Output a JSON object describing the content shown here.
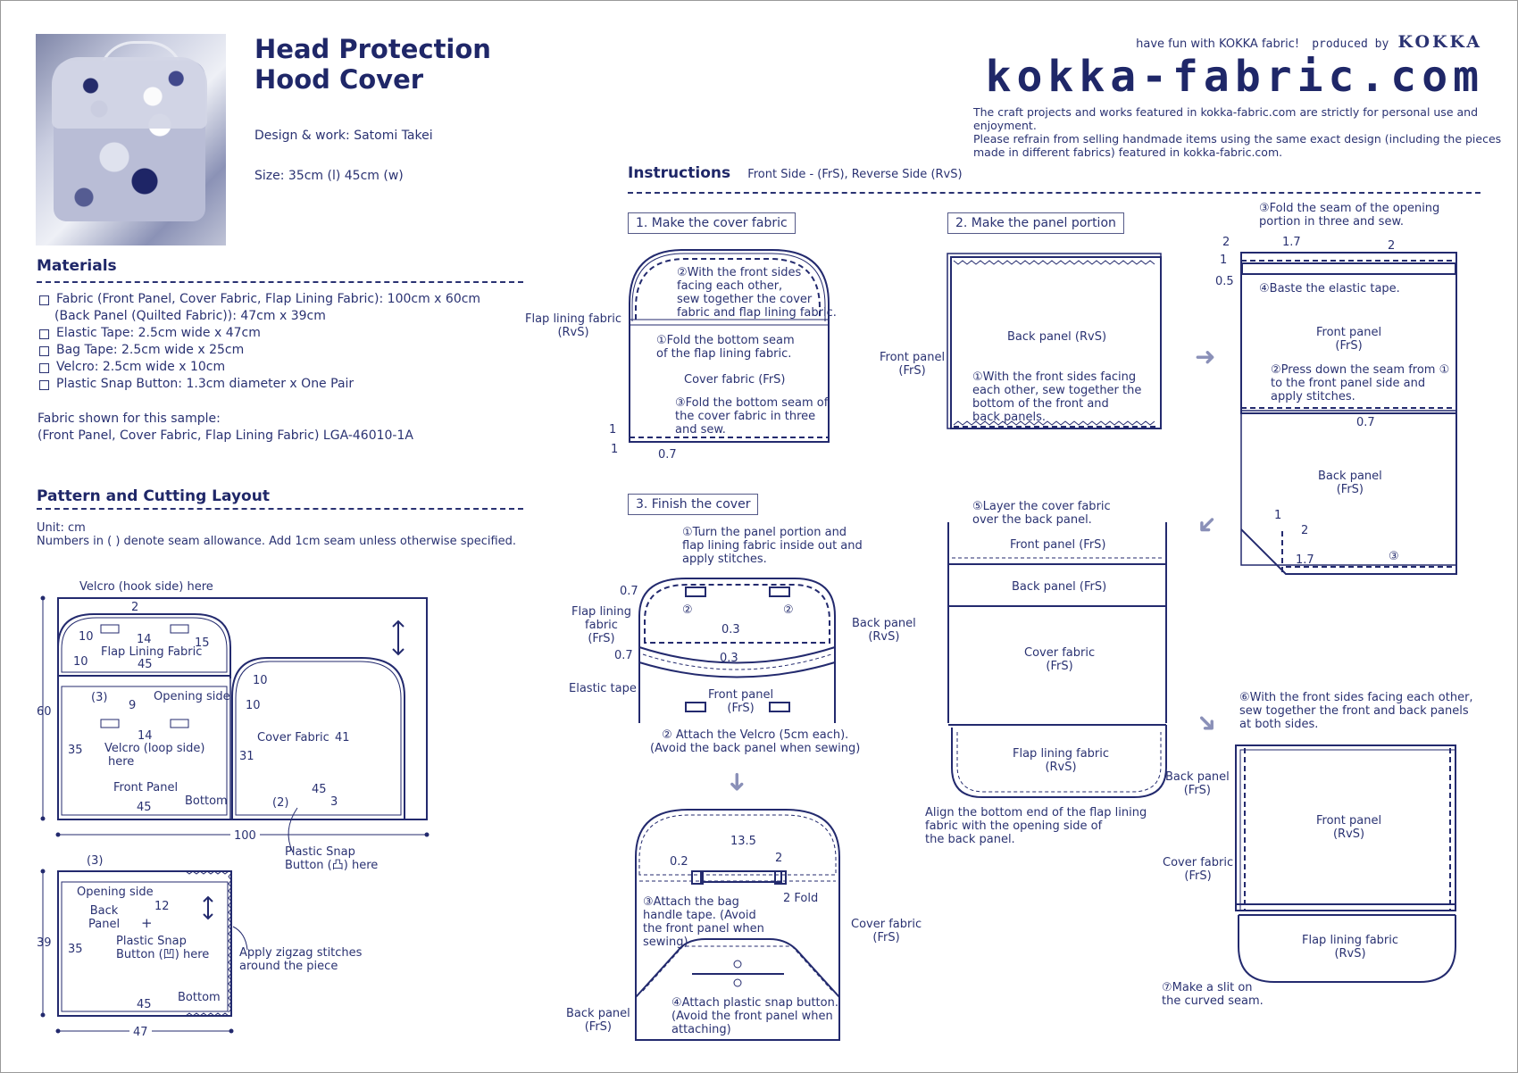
{
  "header": {
    "title_line1": "Head Protection",
    "title_line2": "Hood Cover",
    "design": "Design & work: Satomi Takei",
    "size": "Size: 35cm (l)  45cm (w)",
    "photo_alt": "Finished hood cover photo"
  },
  "brand": {
    "tagline": "have fun with KOKKA fabric!",
    "produced_by": "produced by",
    "company": "KOKKA",
    "logo": "kokka-fabric.com",
    "notice": [
      "The craft projects and works featured in kokka-fabric.com are strictly for personal use and enjoyment.",
      "Please refrain from selling handmade items using the same exact design (including the pieces",
      "made in different fabrics) featured in kokka-fabric.com."
    ]
  },
  "materials": {
    "heading": "Materials",
    "items": [
      "Fabric (Front Panel, Cover Fabric, Flap Lining Fabric): 100cm x 60cm",
      "Elastic Tape: 2.5cm wide x 47cm",
      "Bag Tape: 2.5cm wide x 25cm",
      "Velcro: 2.5cm wide x 10cm",
      "Plastic Snap Button: 1.3cm diameter x One Pair"
    ],
    "item0_cont": "(Back Panel (Quilted Fabric)): 47cm x 39cm",
    "sample_label": "Fabric shown for this sample:",
    "sample_value": "(Front Panel, Cover Fabric, Flap Lining Fabric) LGA-46010-1A"
  },
  "pattern": {
    "heading": "Pattern and Cutting Layout",
    "unit": "Unit: cm",
    "note": "Numbers in (    ) denote seam allowance. Add 1cm seam unless otherwise specified.",
    "layout1": {
      "velcro_hook": "Velcro (hook side) here",
      "flap_lining": "Flap Lining Fabric",
      "front_panel": "Front Panel",
      "cover_fabric": "Cover Fabric",
      "opening_side": "Opening side",
      "velcro_loop_1": "Velcro (loop side)",
      "velcro_loop_2": "here",
      "bottom": "Bottom",
      "snap_1": "Plastic Snap",
      "snap_2": "Button (凸) here",
      "dims": {
        "h60": "60",
        "w100": "100",
        "d2": "2",
        "d10a": "10",
        "d10b": "10",
        "d14a": "14",
        "d15": "15",
        "d45a": "45",
        "d3": "(3)",
        "d9": "9",
        "d14b": "14",
        "d35": "35",
        "d45b": "45",
        "c10a": "10",
        "c10b": "10",
        "c31": "31",
        "c41": "41",
        "c45": "45",
        "c2": "(2)",
        "c3": "3"
      }
    },
    "layout2": {
      "back_panel_1": "Back",
      "back_panel_2": "Panel",
      "opening_side": "Opening side",
      "snap_1": "Plastic Snap",
      "snap_2": "Button (凹) here",
      "zigzag_1": "Apply zigzag stitches",
      "zigzag_2": "around the piece",
      "bottom": "Bottom",
      "dims": {
        "h39": "39",
        "w47": "47",
        "d3": "(3)",
        "d12": "12",
        "d35": "35",
        "d45": "45"
      }
    }
  },
  "instructions": {
    "heading": "Instructions",
    "legend": "Front Side - (FrS), Reverse Side (RvS)",
    "step1": {
      "title": "1. Make the cover fabric",
      "note2": [
        "②With the front sides",
        "facing each other,",
        "sew together the cover",
        "fabric and flap lining fabric."
      ],
      "note1": [
        "①Fold the bottom seam",
        "of the flap lining fabric."
      ],
      "cover": "Cover fabric (FrS)",
      "note3": [
        "③Fold the bottom seam of",
        "the cover fabric in three",
        "and sew."
      ],
      "flap": [
        "Flap lining fabric",
        "(RvS)"
      ],
      "dims": {
        "a": "1",
        "b": "1",
        "c": "0.7"
      }
    },
    "step2": {
      "title": "2. Make the panel portion",
      "back": "Back panel (RvS)",
      "front": [
        "Front panel",
        "(FrS)"
      ],
      "note1": [
        "①With the front sides facing",
        "each other, sew together the",
        "bottom of the front and",
        "back panels."
      ],
      "note3": [
        "③Fold the seam of the opening",
        "portion in three and sew."
      ],
      "note4": "④Baste the elastic tape.",
      "front2": [
        "Front panel",
        "(FrS)"
      ],
      "note2": [
        "②Press down the seam from ①",
        "to the front panel side and",
        "apply stitches."
      ],
      "back2": [
        "Back panel",
        "(FrS)"
      ],
      "dims": {
        "a": "2",
        "b": "1.7",
        "c": "2",
        "d": "1",
        "e": "0.5",
        "f": "0.7",
        "g": "1",
        "h": "2",
        "i": "1.7",
        "j": "③"
      }
    },
    "step3": {
      "title": "3. Finish the cover",
      "note1": [
        "①Turn the panel portion and",
        "flap lining fabric inside out and",
        "apply stitches."
      ],
      "flap": [
        "Flap lining",
        "fabric",
        "(FrS)"
      ],
      "back": [
        "Back panel",
        "(RvS)"
      ],
      "elastic": "Elastic tape",
      "front": [
        "Front panel",
        "(FrS)"
      ],
      "note2": [
        "②  Attach the Velcro (5cm each).",
        "(Avoid the back panel when sewing)"
      ],
      "dims": {
        "a": "0.7",
        "b": "0.7",
        "c": "0.3",
        "d": "0.3",
        "e": "②",
        "f": "②"
      },
      "note3": [
        "③Attach the bag",
        "handle tape. (Avoid",
        "the front panel when",
        "sewing)"
      ],
      "cover": [
        "Cover fabric",
        "(FrS)"
      ],
      "note4": [
        "④Attach plastic snap button.",
        " (Avoid the front panel when",
        "attaching)"
      ],
      "back2": [
        "Back panel",
        "(FrS)"
      ],
      "dims2": {
        "a": "13.5",
        "b": "0.2",
        "c": "2",
        "d": "2 Fold"
      },
      "note5": [
        "⑤Layer the cover fabric",
        "over the back panel."
      ],
      "front3": "Front panel (FrS)",
      "back3": "Back panel (FrS)",
      "cover3": [
        "Cover fabric",
        "(FrS)"
      ],
      "flap3": [
        "Flap lining fabric",
        "(RvS)"
      ],
      "align": [
        "Align the bottom end of the flap lining",
        "fabric with the opening side of",
        "the back panel."
      ],
      "note6": [
        "⑥With the front sides facing each other,",
        "sew together the front and back panels",
        "at both sides."
      ],
      "back4": [
        "Back panel",
        "(FrS)"
      ],
      "front4": [
        "Front panel",
        "(RvS)"
      ],
      "cover4": [
        "Cover fabric",
        "(FrS)"
      ],
      "flap4": [
        "Flap lining fabric",
        "(RvS)"
      ],
      "note7": [
        "⑦Make a slit on",
        "the curved seam."
      ]
    }
  },
  "colors": {
    "ink": "#232a6e",
    "arrow": "#8a90b8"
  }
}
